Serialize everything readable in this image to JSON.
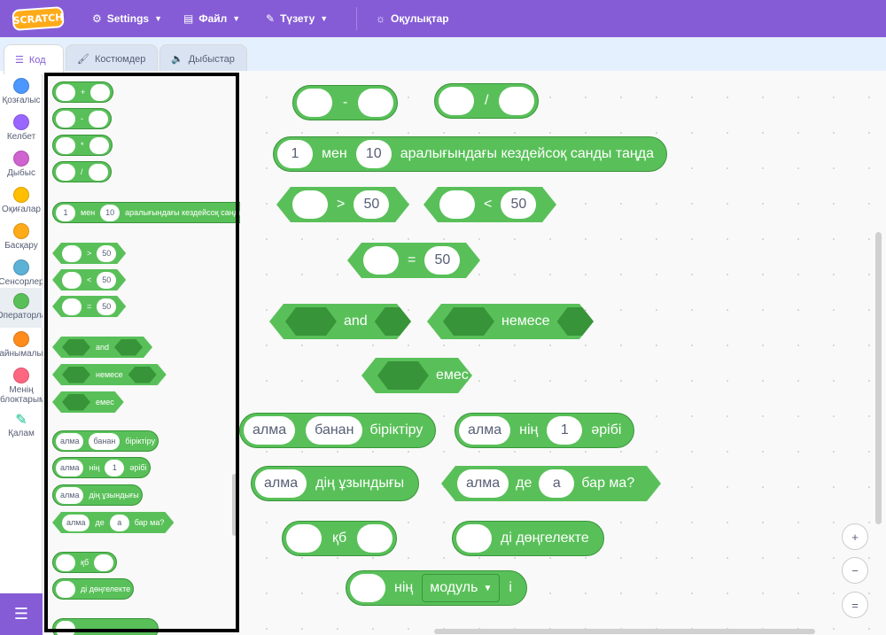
{
  "menu": {
    "logo": "SCRATCH",
    "settings": "Settings",
    "file": "Файл",
    "edit": "Түзету",
    "tutorials": "Оқулықтар"
  },
  "tabs": {
    "code": "Код",
    "costumes": "Костюмдер",
    "sounds": "Дыбыстар"
  },
  "categories": [
    {
      "label": "Қозғалыс",
      "color": "#4c97ff"
    },
    {
      "label": "Келбет",
      "color": "#9966ff"
    },
    {
      "label": "Дыбыс",
      "color": "#cf63cf"
    },
    {
      "label": "Оқиғалар",
      "color": "#ffbf00"
    },
    {
      "label": "Басқару",
      "color": "#ffab19"
    },
    {
      "label": "Сенсорлер",
      "color": "#5cb1d6"
    },
    {
      "label": "Операторла",
      "color": "#59c059"
    },
    {
      "label": "айнымалы",
      "color": "#ff8c1a"
    },
    {
      "label": "Менің блоктарым",
      "color": "#ff6680"
    },
    {
      "label": "Қалам",
      "color": "#0fbd8c"
    }
  ],
  "ops": {
    "plus": "+",
    "minus": "-",
    "times": "*",
    "divide": "/",
    "gt": ">",
    "lt": "<",
    "eq": "=",
    "and": "and",
    "or": "немесе",
    "not": "емес",
    "random_from": "1",
    "random_mid": "мен",
    "random_to": "10",
    "random_label": "аралығындағы кездейсоқ санды таңда",
    "cmp_value": "50",
    "join_a": "алма",
    "join_b": "банан",
    "join_label": "біріктіру",
    "letter_word": "алма",
    "letter_of": "нің",
    "letter_idx": "1",
    "letter_label": "әрібі",
    "length_word": "алма",
    "length_label": "дің ұзындығы",
    "contains_word": "алма",
    "contains_mid": "де",
    "contains_letter": "а",
    "contains_label": "бар ма?",
    "mod_label": "қб",
    "round_label": "ді дөңгелекте",
    "math_of": "нің",
    "math_func": "модуль",
    "math_suffix": "і"
  },
  "zoom": {
    "in": "+",
    "out": "−",
    "reset": "="
  }
}
